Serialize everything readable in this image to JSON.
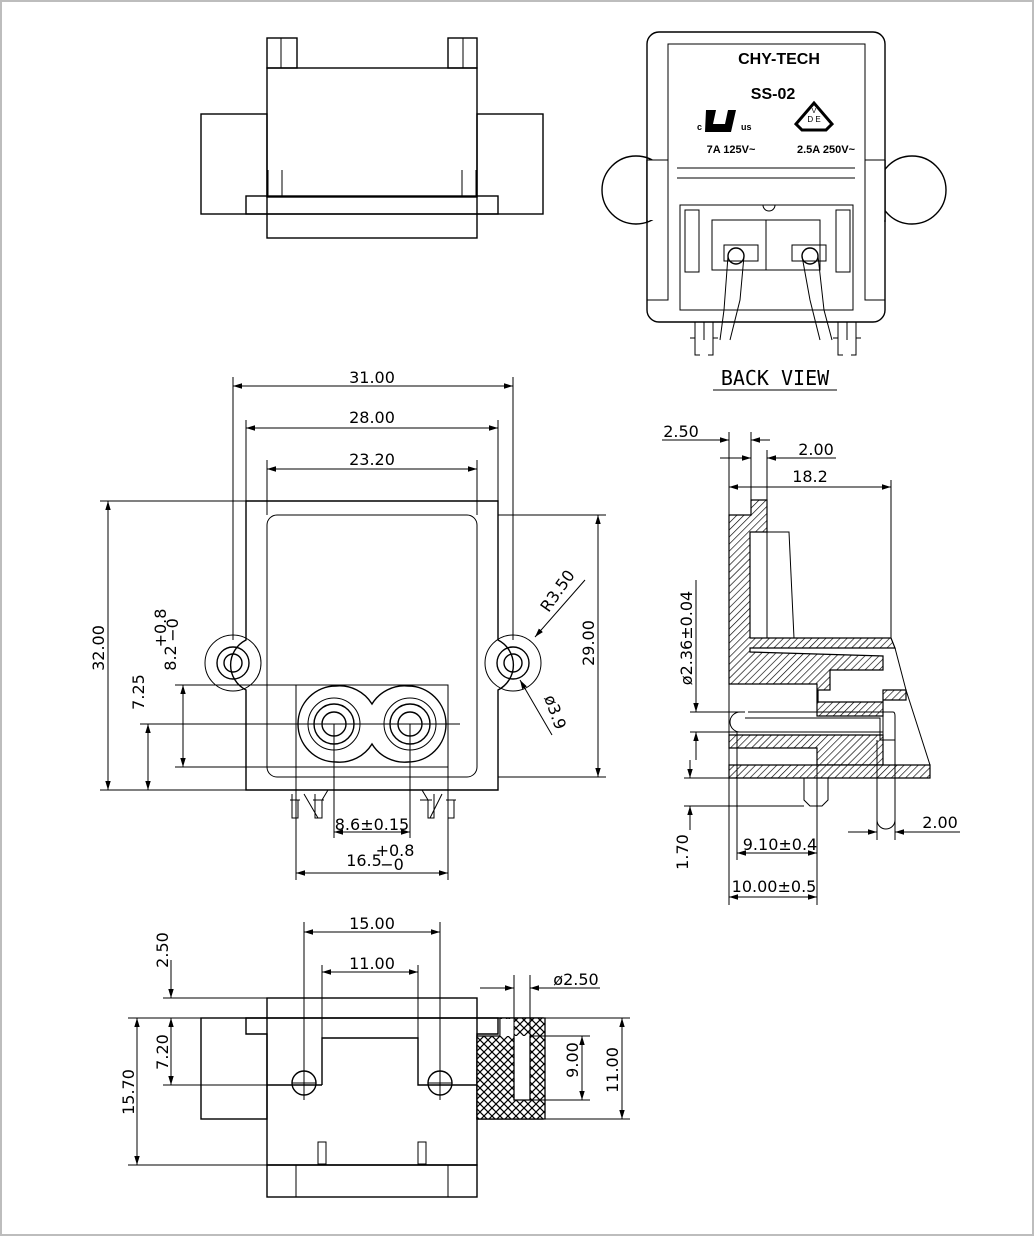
{
  "back_view": {
    "brand": "CHY-TECH",
    "model": "SS-02",
    "rating_left": "7A 125V~",
    "rating_right": "2.5A 250V~",
    "ul_mark": "c UL us",
    "vde_mark": "VDE",
    "caption": "BACK VIEW"
  },
  "front_view": {
    "dim_31": "31.00",
    "dim_28": "28.00",
    "dim_23_2": "23.20",
    "dim_32": "32.00",
    "dim_29": "29.00",
    "dim_7_25": "7.25",
    "dim_8_2": "8.2",
    "dim_8_2_tol_plus": "+0.8",
    "dim_8_2_tol_minus": "−0",
    "dim_r3_5": "R3.50",
    "dim_phi3_9": "ø3.9",
    "dim_8_6": "8.6±0.15",
    "dim_16_5": "16.5",
    "dim_16_5_tol_plus": "+0.8",
    "dim_16_5_tol_minus": "−0"
  },
  "side_view": {
    "dim_2_50": "2.50",
    "dim_2_00_top": "2.00",
    "dim_18_2": "18.2",
    "dim_phi2_36": "ø2.36±0.04",
    "dim_2_00_right": "2.00",
    "dim_1_70": "1.70",
    "dim_9_10": "9.10±0.4",
    "dim_10_00": "10.00±0.5"
  },
  "bottom_view": {
    "dim_15_00": "15.00",
    "dim_11_00_top": "11.00",
    "dim_2_50": "2.50",
    "dim_phi2_50": "ø2.50",
    "dim_7_20": "7.20",
    "dim_15_70": "15.70",
    "dim_9_00": "9.00",
    "dim_11_00_right": "11.00"
  }
}
